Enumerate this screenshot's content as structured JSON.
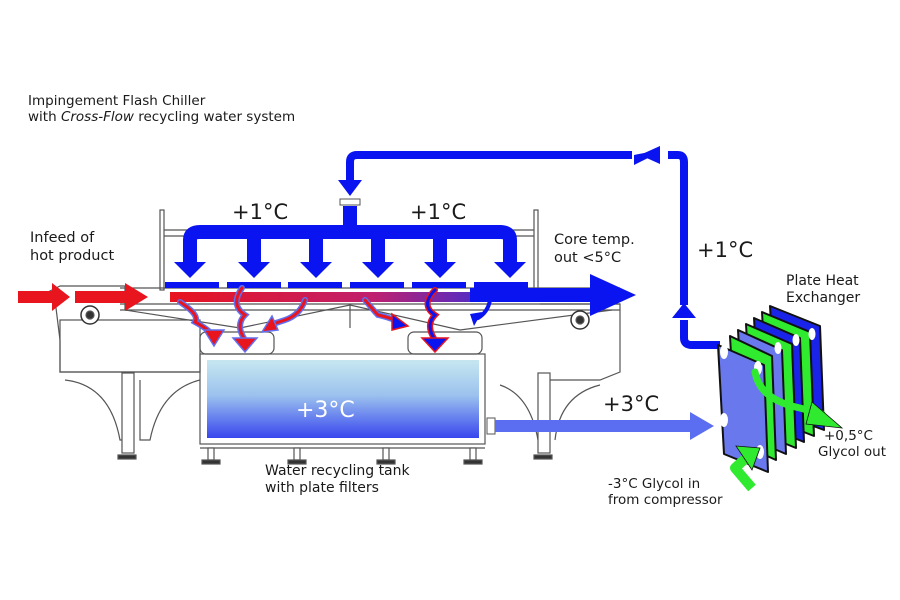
{
  "title": {
    "line1": "Impingement Flash Chiller",
    "line2_prefix": "with ",
    "line2_italic": "Cross-Flow",
    "line2_suffix": " recycling water system"
  },
  "labels": {
    "infeed_line1": "Infeed of",
    "infeed_line2": "hot product",
    "manifold_left_temp": "+1°C",
    "manifold_right_temp": "+1°C",
    "core_line1": "Core temp.",
    "core_line2": "out <5°C",
    "return_temp": "+1°C",
    "phe_line1": "Plate Heat",
    "phe_line2": "Exchanger",
    "tank_temp": "+3°C",
    "tank_line1": "Water recycling tank",
    "tank_line2": "with plate filters",
    "tank_outflow_temp": "+3°C",
    "glycol_in_line1": "-3°C Glycol in",
    "glycol_in_line2": "from compressor",
    "glycol_out_line1": "+0,5°C",
    "glycol_out_line2": "Glycol out"
  },
  "colors": {
    "cold_water": "#0a14f0",
    "warm_water": "#e8141e",
    "tank_water_top": "#bfe3ee",
    "tank_water_bottom": "#3c4cf0",
    "tank_outflow": "#5b6ef2",
    "glycol": "#2fea2f",
    "exchanger_plate": "#6a78ee",
    "machine_line": "#444444"
  }
}
